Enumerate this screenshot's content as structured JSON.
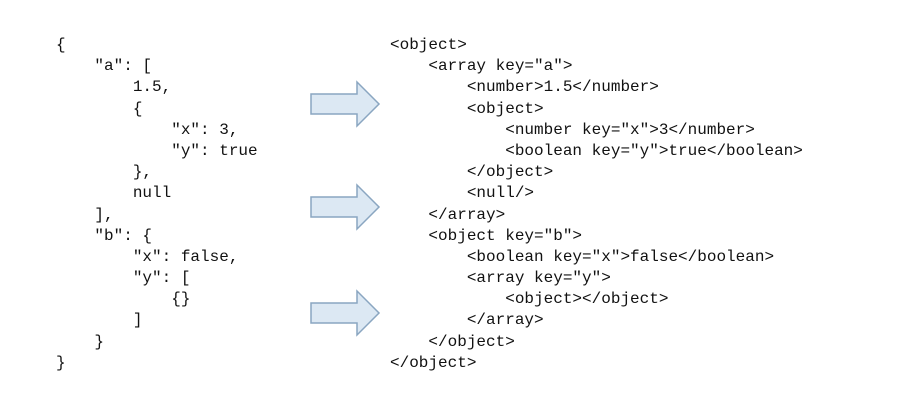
{
  "json_lines": [
    "{",
    "    \"a\": [",
    "        1.5,",
    "        {",
    "            \"x\": 3,",
    "            \"y\": true",
    "        },",
    "        null",
    "    ],",
    "    \"b\": {",
    "        \"x\": false,",
    "        \"y\": [",
    "            {}",
    "        ]",
    "    }",
    "}"
  ],
  "xml_lines": [
    "<object>",
    "    <array key=\"a\">",
    "        <number>1.5</number>",
    "        <object>",
    "            <number key=\"x\">3</number>",
    "            <boolean key=\"y\">true</boolean>",
    "        </object>",
    "        <null/>",
    "    </array>",
    "    <object key=\"b\">",
    "        <boolean key=\"x\">false</boolean>",
    "        <array key=\"y\">",
    "            <object></object>",
    "        </array>",
    "    </object>",
    "</object>"
  ],
  "arrows": [
    {
      "icon": "right-arrow-icon"
    },
    {
      "icon": "right-arrow-icon"
    },
    {
      "icon": "right-arrow-icon"
    }
  ],
  "colors": {
    "arrow_fill": "#dce8f3",
    "arrow_stroke": "#8aa6c1",
    "text": "#111111"
  }
}
